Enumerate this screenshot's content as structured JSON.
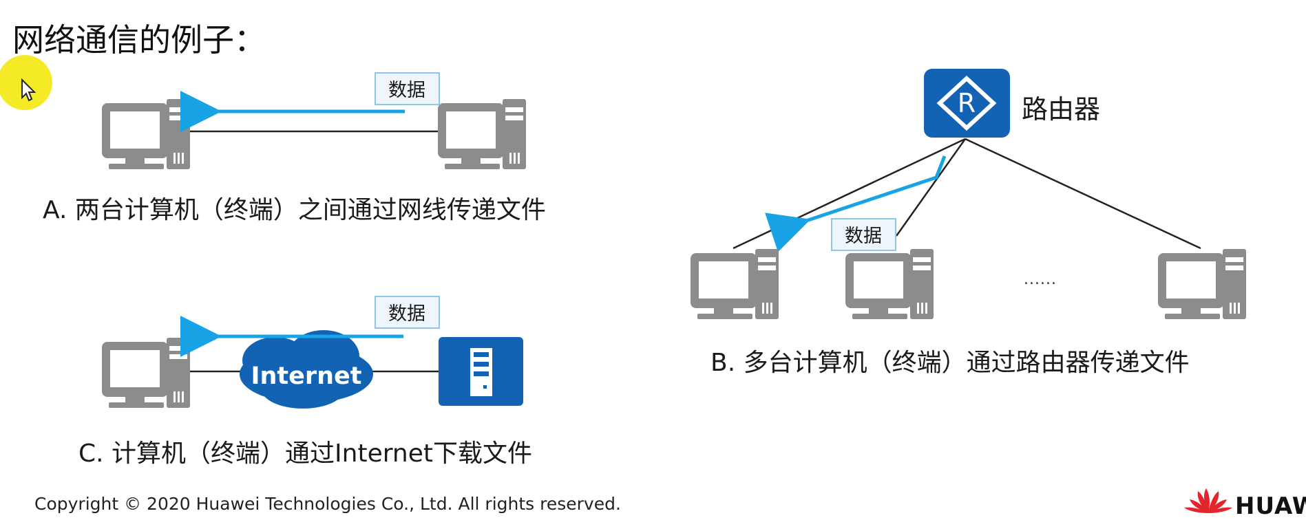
{
  "title": "网络通信的例子：",
  "data_label": "数据",
  "captions": {
    "a": "A. 两台计算机（终端）之间通过网线传递文件",
    "b": "B. 多台计算机（终端）通过路由器传递文件",
    "c": "C. 计算机（终端）通过Internet下载文件"
  },
  "router": {
    "label": "路由器",
    "symbol": "R"
  },
  "cloud_label": "Internet",
  "ellipsis": "......",
  "copyright": "Copyright © 2020 Huawei Technologies Co., Ltd. All rights reserved.",
  "brand": {
    "name": "HUAW",
    "logo_icon": "huawei-logo-icon"
  },
  "colors": {
    "arrow": "#17a3e6",
    "device_blue": "#1263b4",
    "computer_gray": "#8c8c8c",
    "data_box_bg": "#eef6fb",
    "data_box_border": "#8fc6e4",
    "logo_red": "#e3262d",
    "cursor_highlight": "#f3ea1a"
  }
}
